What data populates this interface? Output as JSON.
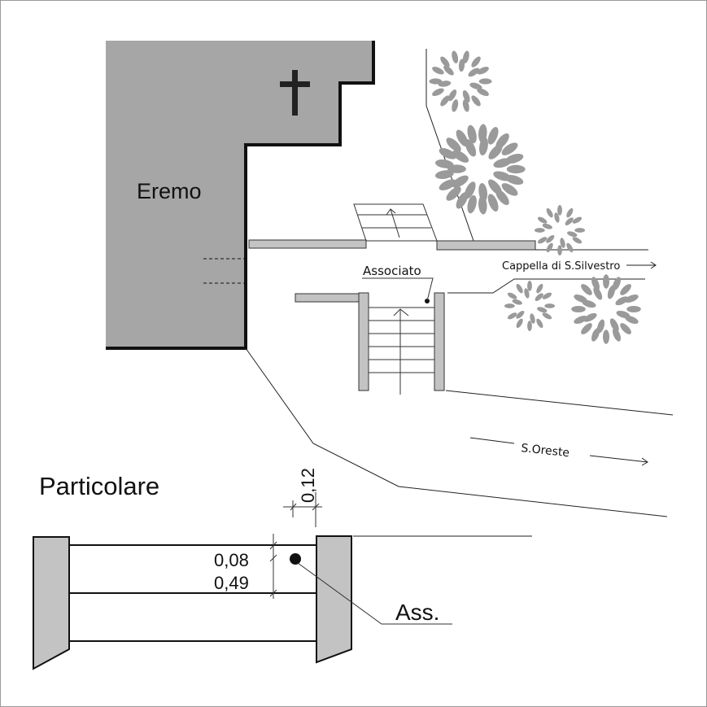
{
  "labels": {
    "building": "Eremo",
    "associato": "Associato",
    "cappella": "Cappella di S.Silvestro",
    "oreste": "S.Oreste",
    "detail_title": "Particolare",
    "dim_top": "0,12",
    "dim_a": "0,08",
    "dim_b": "0,49",
    "ass": "Ass."
  },
  "colors": {
    "fill": "#a6a6a6",
    "wall": "#c3c3c3",
    "tree": "#9a9a9a",
    "line": "#111111"
  }
}
